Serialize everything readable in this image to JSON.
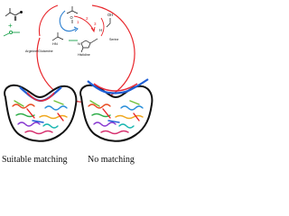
{
  "captions": {
    "left": "Suitable matching",
    "right": "No matching"
  },
  "scheme": {
    "labels": {
      "residue_left": "Arginine/Glutamine",
      "residue_mid": "Histidine",
      "residue_right": "Serine",
      "plus": "+",
      "step_1": "1",
      "step_2": "2",
      "step_3": "3",
      "atom_o": "O",
      "atom_h": "H",
      "atom_n": "N",
      "atom_hn": "HN",
      "atom_oh": "OH"
    }
  },
  "colors": {
    "red_circle": "#e8262b",
    "blue_arrow": "#2c7fd0",
    "green_molecule": "#1aa14a",
    "pocket_outline": "#111111",
    "pocket_fill": "#ffffff",
    "ligand_blue": "#1f5fd6",
    "ligand_red": "#e5273a"
  }
}
